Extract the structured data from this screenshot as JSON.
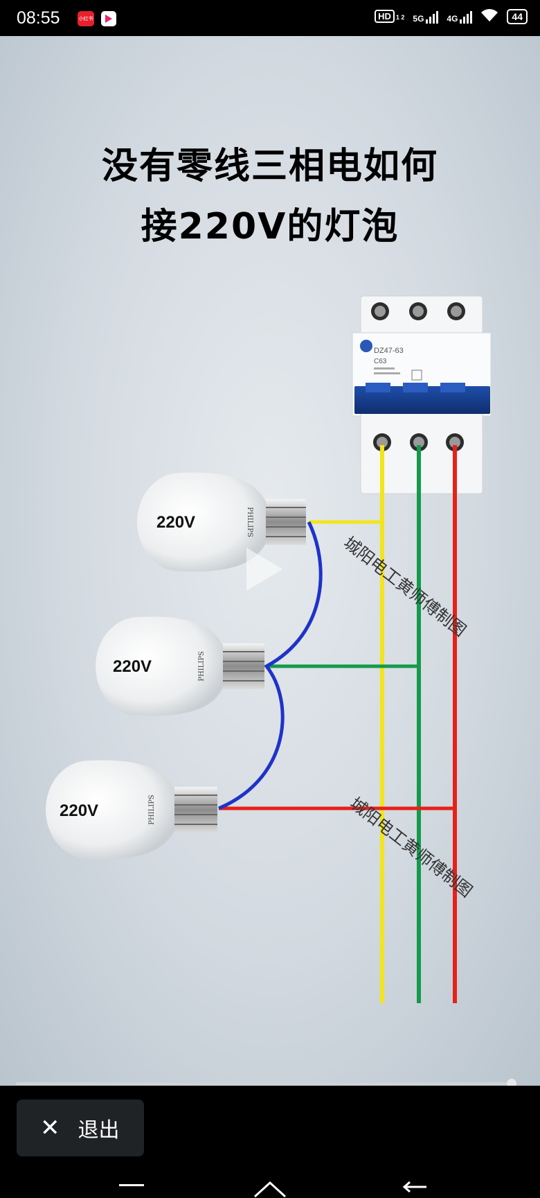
{
  "status_bar": {
    "time": "08:55",
    "hd": "HD",
    "hd_sub": "1 2",
    "net1": "5G",
    "net2": "4G",
    "battery": "44",
    "app1_label": "小红书",
    "icons": [
      "app-icon-xiaohongshu",
      "app-icon-video",
      "hd-icon",
      "signal-icon",
      "wifi-icon",
      "battery-icon"
    ]
  },
  "video": {
    "title_line1": "没有零线三相电如何",
    "title_line2": "接220V的灯泡",
    "breaker_model": "DZ47-63",
    "breaker_rating": "C63",
    "bulb_labels": [
      "220V",
      "220V",
      "220V"
    ],
    "brand": "PHILIPS",
    "watermark": "城阳电工黄师傅制图",
    "wire_colors": {
      "yellow": "#f2e51b",
      "green": "#139b4a",
      "red": "#e8201a",
      "blue": "#1f33c8"
    },
    "play_icon": "play-icon",
    "progress": 0.99
  },
  "bottom_bar": {
    "exit_label": "退出",
    "exit_icon": "close-icon"
  },
  "nav_bar": {
    "icons": [
      "menu-icon",
      "home-icon",
      "back-icon"
    ]
  }
}
